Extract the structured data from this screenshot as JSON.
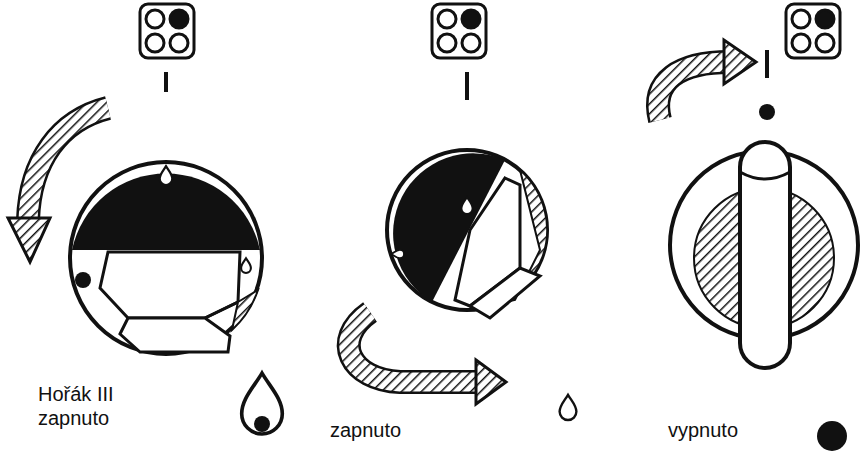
{
  "diagram": {
    "labels": [
      "Hořák III zapnuto",
      "zapnuto",
      "vypnuto"
    ]
  }
}
